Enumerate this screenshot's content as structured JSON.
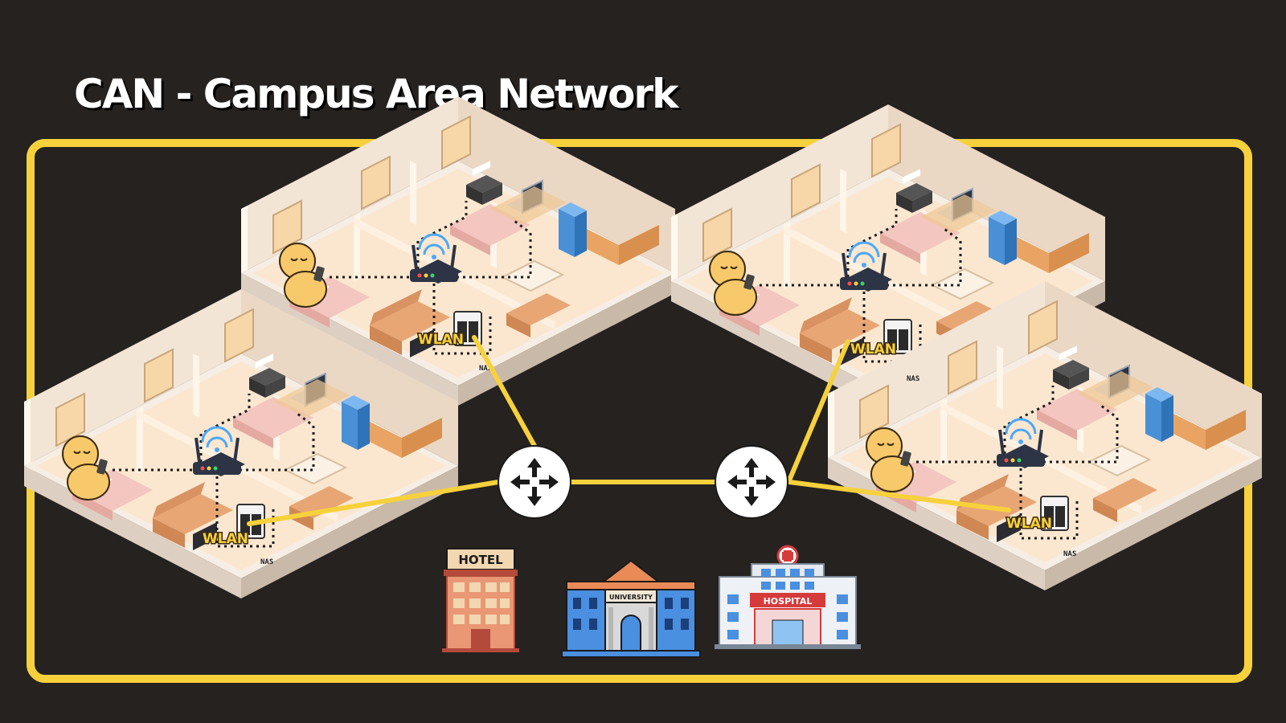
{
  "title": "CAN - Campus Area Network",
  "colors": {
    "background": "#252220",
    "campus_border": "#f7d13c",
    "link": "#f7d13c",
    "router": "#ffffff"
  },
  "labels": {
    "wlan": "WLAN",
    "nas": "NAS",
    "hotel": "HOTEL",
    "university": "UNIVERSITY",
    "hospital": "HOSPITAL"
  },
  "nodes": {
    "buildings": [
      "apartment-top-left",
      "apartment-bottom-left",
      "apartment-top-right",
      "apartment-bottom-right"
    ],
    "routers": [
      "router-left",
      "router-right"
    ],
    "icons": [
      "hotel-icon",
      "university-icon",
      "hospital-icon"
    ]
  }
}
